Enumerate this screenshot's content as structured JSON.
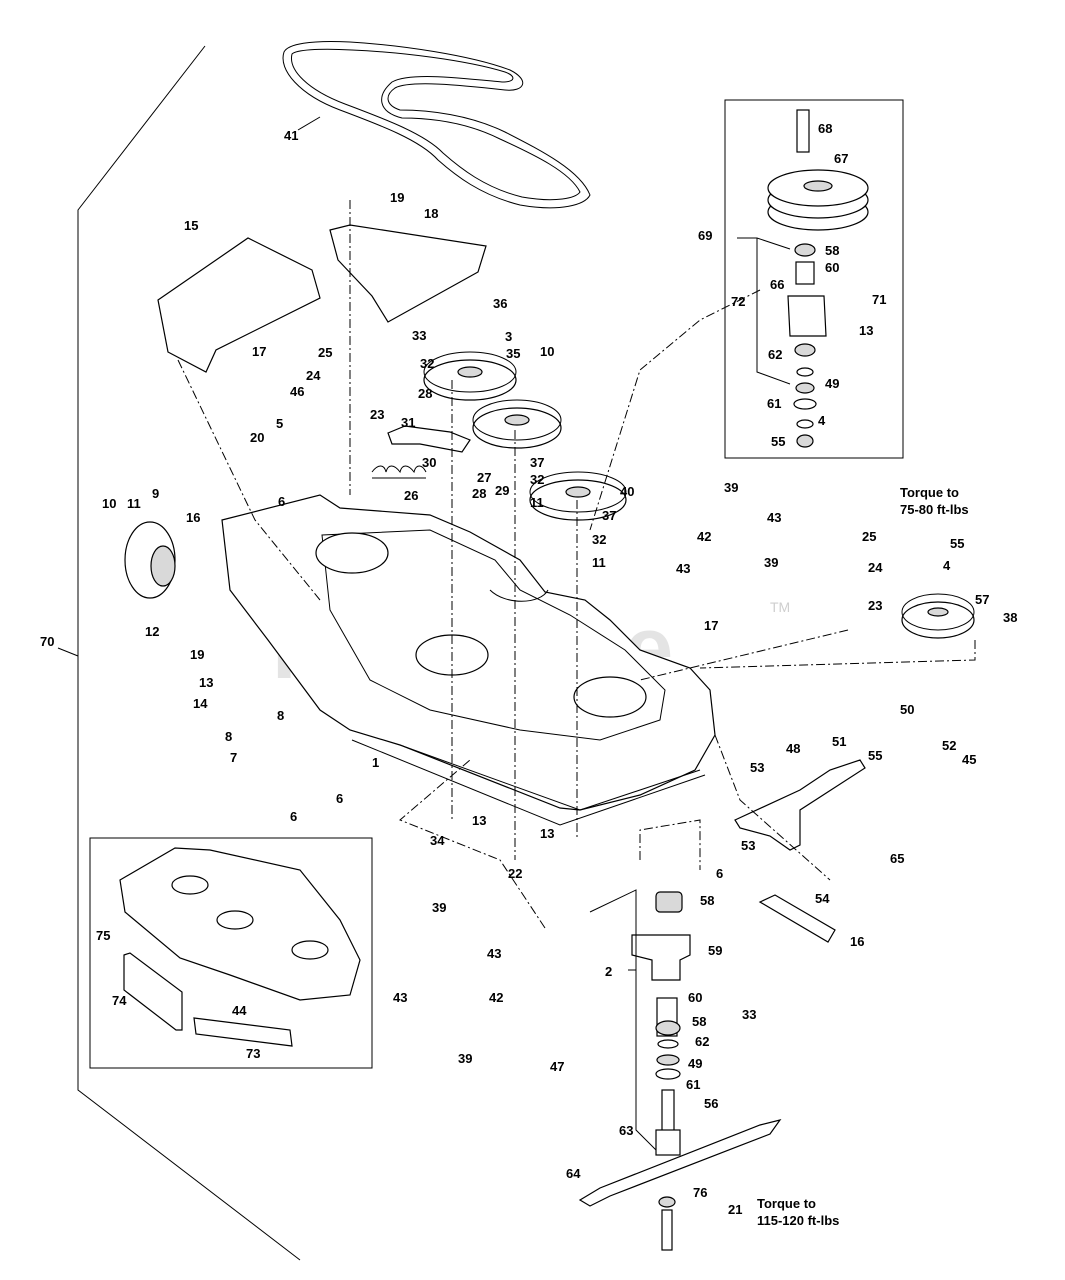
{
  "watermark": {
    "text": "PartsTree",
    "trademark": "TM"
  },
  "notes": {
    "torque_pulley": [
      "Torque to",
      "75-80 ft-lbs"
    ],
    "torque_blade": [
      "Torque to",
      "115-120 ft-lbs"
    ]
  },
  "callouts": [
    "41",
    "19",
    "18",
    "15",
    "17",
    "68",
    "67",
    "69",
    "58",
    "60",
    "72",
    "66",
    "71",
    "13",
    "36",
    "3",
    "33",
    "32",
    "35",
    "10",
    "25",
    "24",
    "28",
    "62",
    "49",
    "61",
    "4",
    "55",
    "46",
    "23",
    "5",
    "20",
    "31",
    "27",
    "30",
    "26",
    "28",
    "29",
    "37",
    "32",
    "11",
    "40",
    "6",
    "9",
    "10",
    "11",
    "16",
    "12",
    "39",
    "42",
    "43",
    "43",
    "39",
    "37",
    "32",
    "11",
    "25",
    "24",
    "55",
    "4",
    "57",
    "38",
    "23",
    "17",
    "70",
    "19",
    "13",
    "14",
    "8",
    "8",
    "7",
    "6",
    "6",
    "1",
    "34",
    "13",
    "13",
    "22",
    "51",
    "50",
    "48",
    "53",
    "52",
    "45",
    "55",
    "53",
    "65",
    "54",
    "16",
    "6",
    "58",
    "59",
    "2",
    "60",
    "33",
    "58",
    "62",
    "49",
    "61",
    "47",
    "56",
    "63",
    "64",
    "76",
    "21",
    "75",
    "39",
    "43",
    "42",
    "43",
    "39",
    "74",
    "44",
    "73"
  ]
}
